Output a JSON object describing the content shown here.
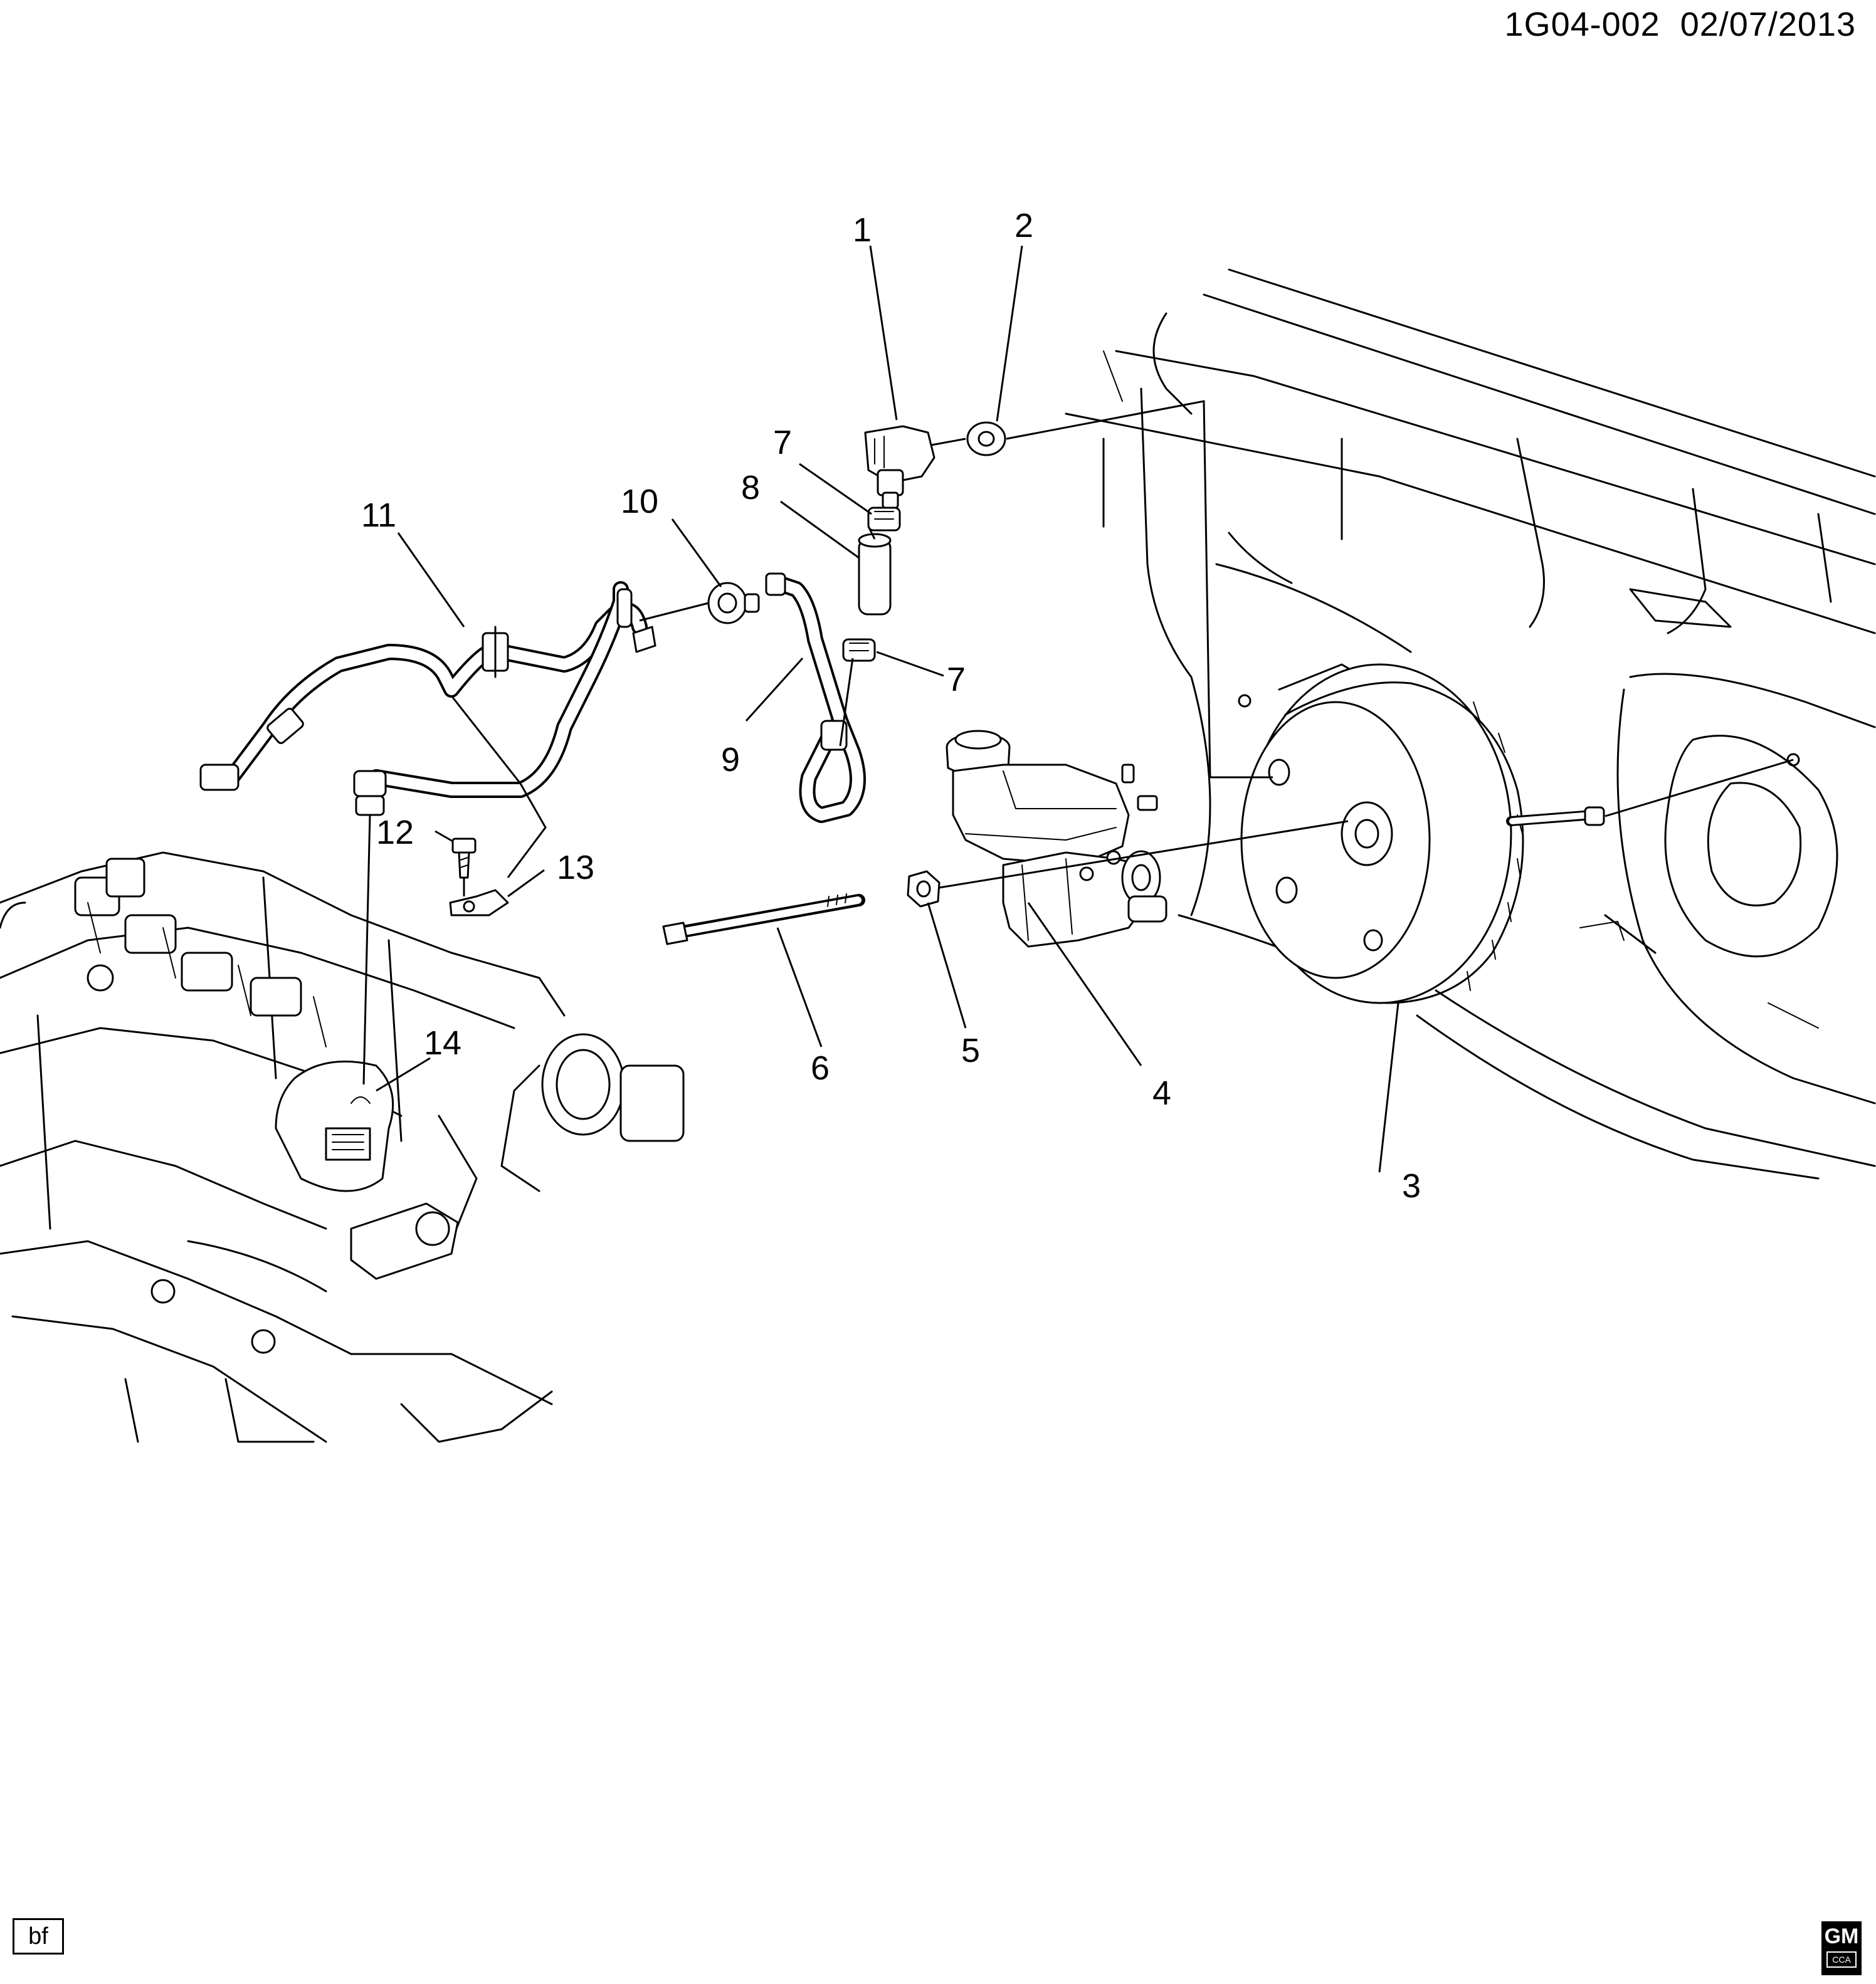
{
  "header": {
    "code": "1G04-002",
    "date": "02/07/2013"
  },
  "callouts": [
    "1",
    "2",
    "3",
    "4",
    "5",
    "6",
    "7",
    "7",
    "8",
    "9",
    "10",
    "11",
    "12",
    "13",
    "14"
  ],
  "footer": {
    "badge": "bf",
    "logo_text": "GM",
    "logo_subtext": "CCA"
  }
}
